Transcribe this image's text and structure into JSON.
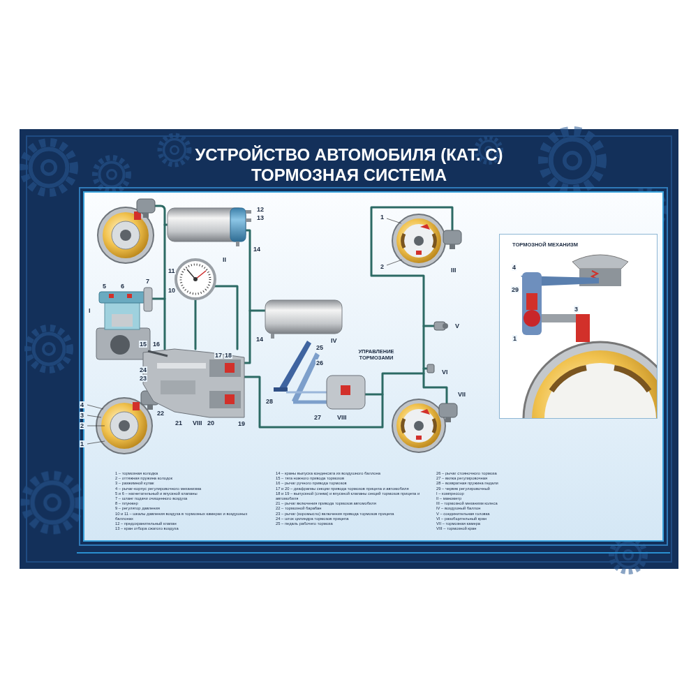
{
  "diagram": {
    "title": "УСТРОЙСТВО АВТОМОБИЛЯ (КАТ. С) ТОРМОЗНАЯ СИСТЕМА",
    "nodes": [
      {
        "text": [
          "ТОРМОЗНОЙ МЕХАНИЗМ"
        ]
      }
    ],
    "labels": [
      "12",
      "13",
      "14",
      "5",
      "6",
      "7",
      "11",
      "II",
      "10",
      "I",
      "14",
      "IV",
      "15",
      "16",
      "25",
      "УПРАВЛЕНИЕ ТОРМОЗАМИ",
      "17",
      "18",
      "26",
      "24",
      "23",
      "28",
      "4",
      "3",
      "2",
      "22",
      "27",
      "VIII",
      "21",
      "VIII",
      "20",
      "19",
      "1",
      "1",
      "2",
      "III",
      "V",
      "VI",
      "VII",
      "4",
      "29",
      "3",
      "1",
      "1 – тормозная колодка",
      "2 – оттяжная пружина колодок",
      "3 – разжимной кулак",
      "4 – рычаг-корпус регулировочного механизма",
      "5 и 6 – нагнетательный и впускной клапаны",
      "7 – шланг подачи очищенного воздуха",
      "8 – плунжер",
      "9 – регулятор давления",
      "10 и 11 – шкалы давления воздуха в тормозных камерах и воздушных баллонах",
      "12 – предохранительный клапан",
      "13 – кран отбора сжатого воздуха",
      "14 – краны выпуска конденсата из воздушного баллона",
      "15 – тяга ножного привода тормозов",
      "16 – рычаг ручного привода тормозов",
      "17 и 20 – диафрагмы секции привода тормозов прицепа и автомобиля",
      "18 и 19 – выпускной (слева) и впускной клапаны секций тормозов прицепа и автомобиля",
      "21 – рычаг включения привода тормозов автомобиля",
      "22 – тормозной барабан",
      "23 – рычаг (коромысло) включения привода тормозов прицепа",
      "24 – шток цилиндра тормозов прицепа",
      "25 – педаль рабочего тормоза",
      "26 – рычаг стояночного тормоза",
      "27 – вилка регулировочная",
      "28 – возвратная пружина педали",
      "29 – червяк регулировочный",
      "I – компрессор",
      "II – манометр",
      "III – тормозной механизм колеса",
      "IV – воздушный баллон",
      "V – соединительная головка",
      "VI – разобщительный кран",
      "VII – тормозная камера",
      "VIII – тормозной кран"
    ]
  }
}
